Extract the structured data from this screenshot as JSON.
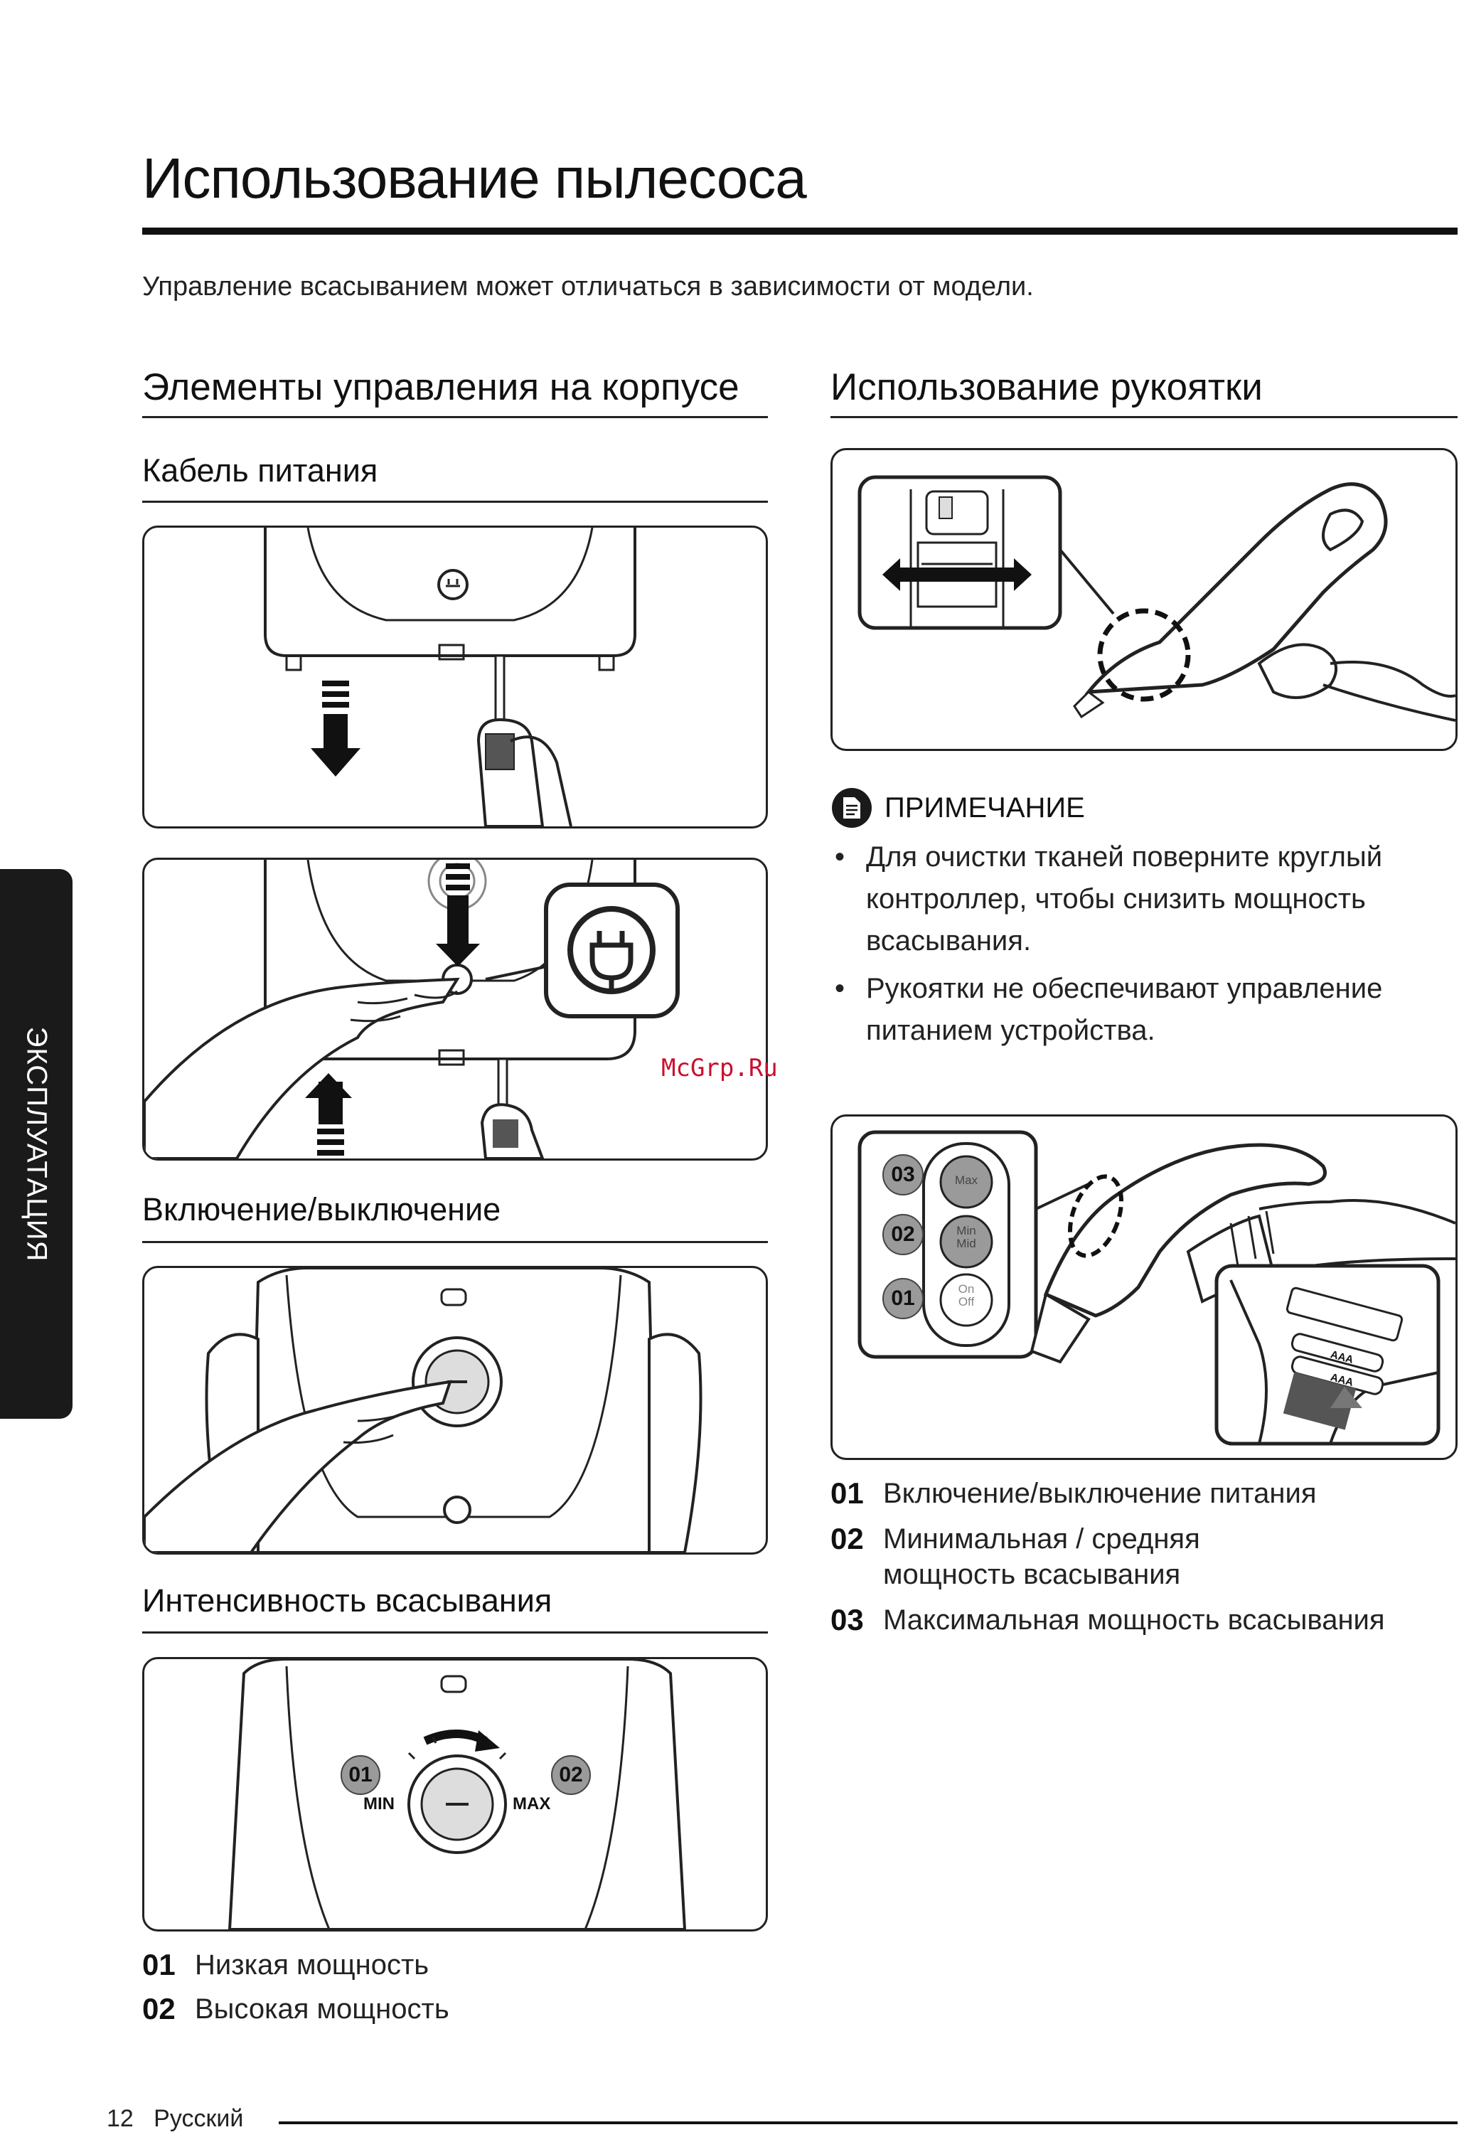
{
  "page": {
    "title": "Использование пылесоса",
    "subtitle": "Управление всасыванием может отличаться в зависимости от модели.",
    "side_tab": "ЭКСПЛУАТАЦИЯ",
    "watermark": "McGrp.Ru",
    "footer": {
      "page_number": "12",
      "language": "Русский"
    }
  },
  "left": {
    "heading": "Элементы управления на корпусе",
    "power_cable": {
      "heading": "Кабель питания"
    },
    "on_off": {
      "heading": "Включение/выключение"
    },
    "suction": {
      "heading": "Интенсивность всасывания",
      "dial_labels": {
        "min": "MIN",
        "max": "MAX",
        "badge1": "01",
        "badge2": "02"
      },
      "legend": [
        {
          "num": "01",
          "text": "Низкая мощность"
        },
        {
          "num": "02",
          "text": "Высокая мощность"
        }
      ]
    }
  },
  "right": {
    "heading": "Использование рукоятки",
    "note": {
      "title": "ПРИМЕЧАНИЕ",
      "items": [
        "Для очистки тканей поверните круглый контроллер, чтобы снизить мощность всасывания.",
        "Рукоятки не обеспечивают управление питанием устройства."
      ]
    },
    "remote": {
      "buttons": [
        {
          "badge": "03",
          "label": "Max"
        },
        {
          "badge": "02",
          "label": "Min Mid"
        },
        {
          "badge": "01",
          "label": "On Off"
        }
      ],
      "battery_label": "AAA"
    },
    "legend": [
      {
        "num": "01",
        "text": "Включение/выключение питания"
      },
      {
        "num": "02",
        "text": "Минимальная / средняя мощность всасывания"
      },
      {
        "num": "03",
        "text": "Максимальная мощность всасывания"
      }
    ]
  }
}
